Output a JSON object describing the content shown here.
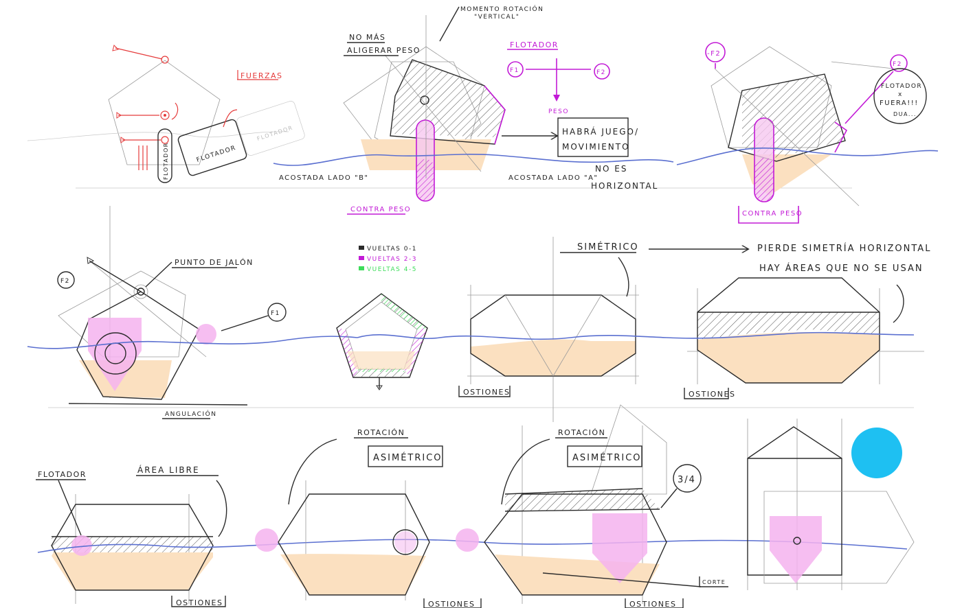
{
  "labels": {
    "fuerzas": "FUERZAS",
    "flotador_r1": "FLOTADOR",
    "flotador_r1b": "FLOTADOR",
    "flotador_r1c": "FLOTADOR",
    "momento_rotacion": "MOMENTO ROTACIÓN",
    "vertical": "\"VERTICAL\"",
    "no_mas": "NO MÁS",
    "aligerar_peso": "ALIGERAR PESO",
    "acostada_b": "ACOSTADA LADO \"B\"",
    "acostada_a": "ACOSTADA LADO \"A\"",
    "contra_peso_1": "CONTRA PESO",
    "flotador_mag": "FLOTADOR",
    "f1": "F1",
    "f2": "F2",
    "peso": "PESO",
    "habra_juego": "HABRÁ JUEGO/",
    "movimiento": "MOVIMIENTO",
    "no_es": "NO ES",
    "horizontal": "HORIZONTAL",
    "neg_f2": "-F2",
    "f2b": "F2",
    "flotador_x": "FLOTADOR",
    "x": "x",
    "fuera": "FUERA!!!",
    "dua": "DUA...",
    "contra_peso_2": "CONTRA PESO",
    "punto_jalon": "PUNTO DE JALÓN",
    "f2c": "F2",
    "f1b": "F1",
    "angulacion": "ANGULACIÓN",
    "vueltas_01": "VUELTAS 0-1",
    "vueltas_23": "VUELTAS 2-3",
    "vueltas_45": "VUELTAS 4-5",
    "simetrico": "SIMÉTRICO",
    "pierde_simetria": "PIERDE SIMETRÍA HORIZONTAL",
    "hay_areas": "HAY ÁREAS QUE NO SE USAN",
    "ostiones_1": "OSTIONES",
    "ostiones_2": "OSTIONES",
    "flotador_r3": "FLOTADOR",
    "area_libre": "ÁREA LIBRE",
    "ostiones_3": "OSTIONES",
    "rotacion_1": "ROTACIÓN",
    "asimetrico_1": "ASIMÉTRICO",
    "ostiones_4": "OSTIONES",
    "rotacion_2": "ROTACIÓN",
    "asimetrico_2": "ASIMÉTRICO",
    "tres_cuartos": "3/4",
    "corte": "CORTE",
    "ostiones_5": "OSTIONES"
  },
  "colors": {
    "ink": "#2b2b2b",
    "magenta": "#c21ad6",
    "pink_fill": "#f4b3ee",
    "water": "#fbe0c0",
    "wave": "#5a6fd0",
    "red": "#e53b3b",
    "green": "#3ddc5a",
    "cyan_dot": "#1ec0f2"
  }
}
